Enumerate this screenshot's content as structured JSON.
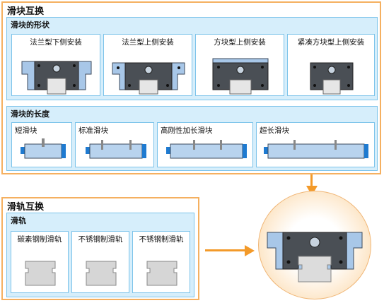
{
  "block_panel": {
    "title": "滑块互换",
    "shape_section": {
      "title": "滑块的形状",
      "items": [
        "法兰型下侧安装",
        "法兰型上侧安装",
        "方块型上侧安装",
        "紧凑方块型上侧安装"
      ]
    },
    "length_section": {
      "title": "滑块的长度",
      "items": [
        "短滑块",
        "标准滑块",
        "高刚性加长滑块",
        "超长滑块"
      ]
    }
  },
  "rail_panel": {
    "title": "滑轨互换",
    "rail_section": {
      "title": "滑轨",
      "items": [
        "碳素钢制滑轨",
        "不锈钢制滑轨",
        "不锈钢制滑轨"
      ]
    }
  },
  "colors": {
    "panel_border": "#f5b060",
    "section_fill": "#d6eefb",
    "arrow": "#f39a2a",
    "block_dark": "#4a4f55",
    "block_light": "#a8c7e8"
  }
}
